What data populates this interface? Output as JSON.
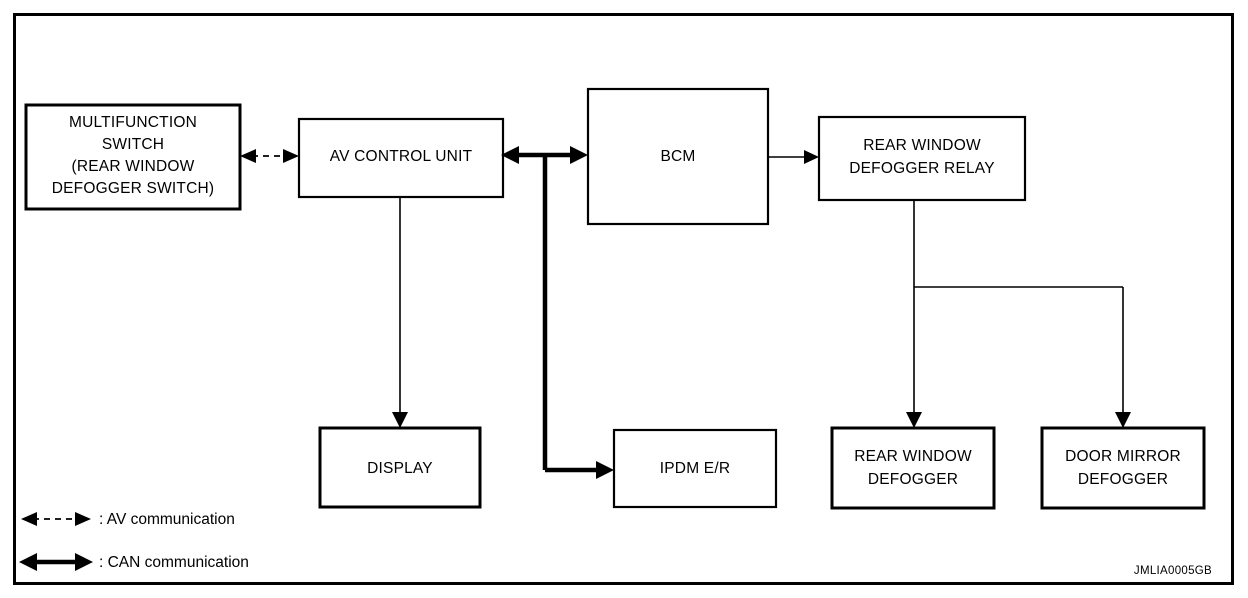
{
  "figure": {
    "id_label": "JMLIA0005GB",
    "frame_color": "#000000",
    "background_color": "#ffffff"
  },
  "blocks": {
    "multifunction_switch": {
      "lines": [
        "MULTIFUNCTION",
        "SWITCH",
        "(REAR WINDOW",
        "DEFOGGER SWITCH)"
      ]
    },
    "av_control_unit": {
      "lines": [
        "AV CONTROL UNIT"
      ]
    },
    "bcm": {
      "lines": [
        "BCM"
      ]
    },
    "rear_window_defogger_relay": {
      "lines": [
        "REAR WINDOW",
        "DEFOGGER RELAY"
      ]
    },
    "display": {
      "lines": [
        "DISPLAY"
      ]
    },
    "ipdm_er": {
      "lines": [
        "IPDM E/R"
      ]
    },
    "rear_window_defogger": {
      "lines": [
        "REAR WINDOW",
        "DEFOGGER"
      ]
    },
    "door_mirror_defogger": {
      "lines": [
        "DOOR MIRROR",
        "DEFOGGER"
      ]
    }
  },
  "legend": {
    "items": [
      {
        "symbol": "dashed-double-arrow",
        "label": ": AV communication"
      },
      {
        "symbol": "thick-double-arrow",
        "label": ": CAN communication"
      }
    ]
  }
}
